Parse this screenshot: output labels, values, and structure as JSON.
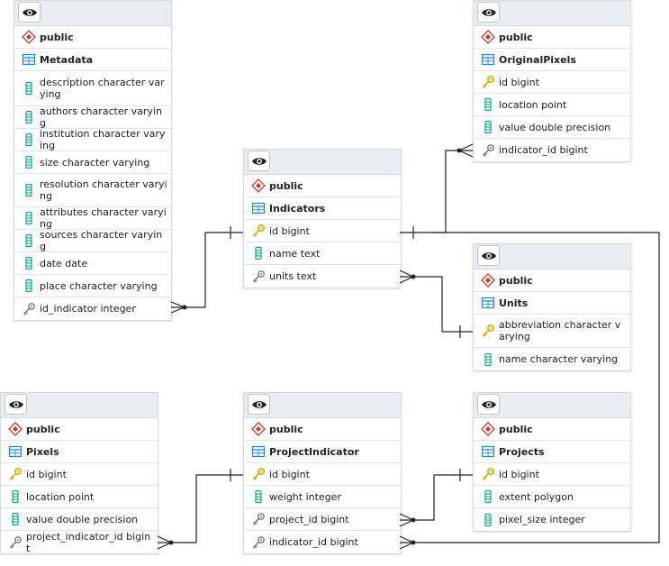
{
  "tables": {
    "metadata": {
      "schema": "public",
      "name": "Metadata",
      "columns": [
        "description character varying",
        "authors character varying",
        "institution character varying",
        "size character varying",
        "resolution character varying",
        "attributes character varying",
        "sources character varying",
        "date date",
        "place character varying",
        "id_indicator integer"
      ]
    },
    "original_pixels": {
      "schema": "public",
      "name": "OriginalPixels",
      "columns": [
        "id bigint",
        "location point",
        "value double precision",
        "indicator_id bigint"
      ]
    },
    "indicators": {
      "schema": "public",
      "name": "Indicators",
      "columns": [
        "id bigint",
        "name text",
        "units text"
      ]
    },
    "units": {
      "schema": "public",
      "name": "Units",
      "columns": [
        "abbreviation character varying",
        "name character varying"
      ]
    },
    "pixels": {
      "schema": "public",
      "name": "Pixels",
      "columns": [
        "id bigint",
        "location point",
        "value double precision",
        "project_indicator_id bigint"
      ]
    },
    "project_indicator": {
      "schema": "public",
      "name": "ProjectIndicator",
      "columns": [
        "id bigint",
        "weight integer",
        "project_id bigint",
        "indicator_id bigint"
      ]
    },
    "projects": {
      "schema": "public",
      "name": "Projects",
      "columns": [
        "id bigint",
        "extent polygon",
        "pixel_size integer"
      ]
    }
  }
}
